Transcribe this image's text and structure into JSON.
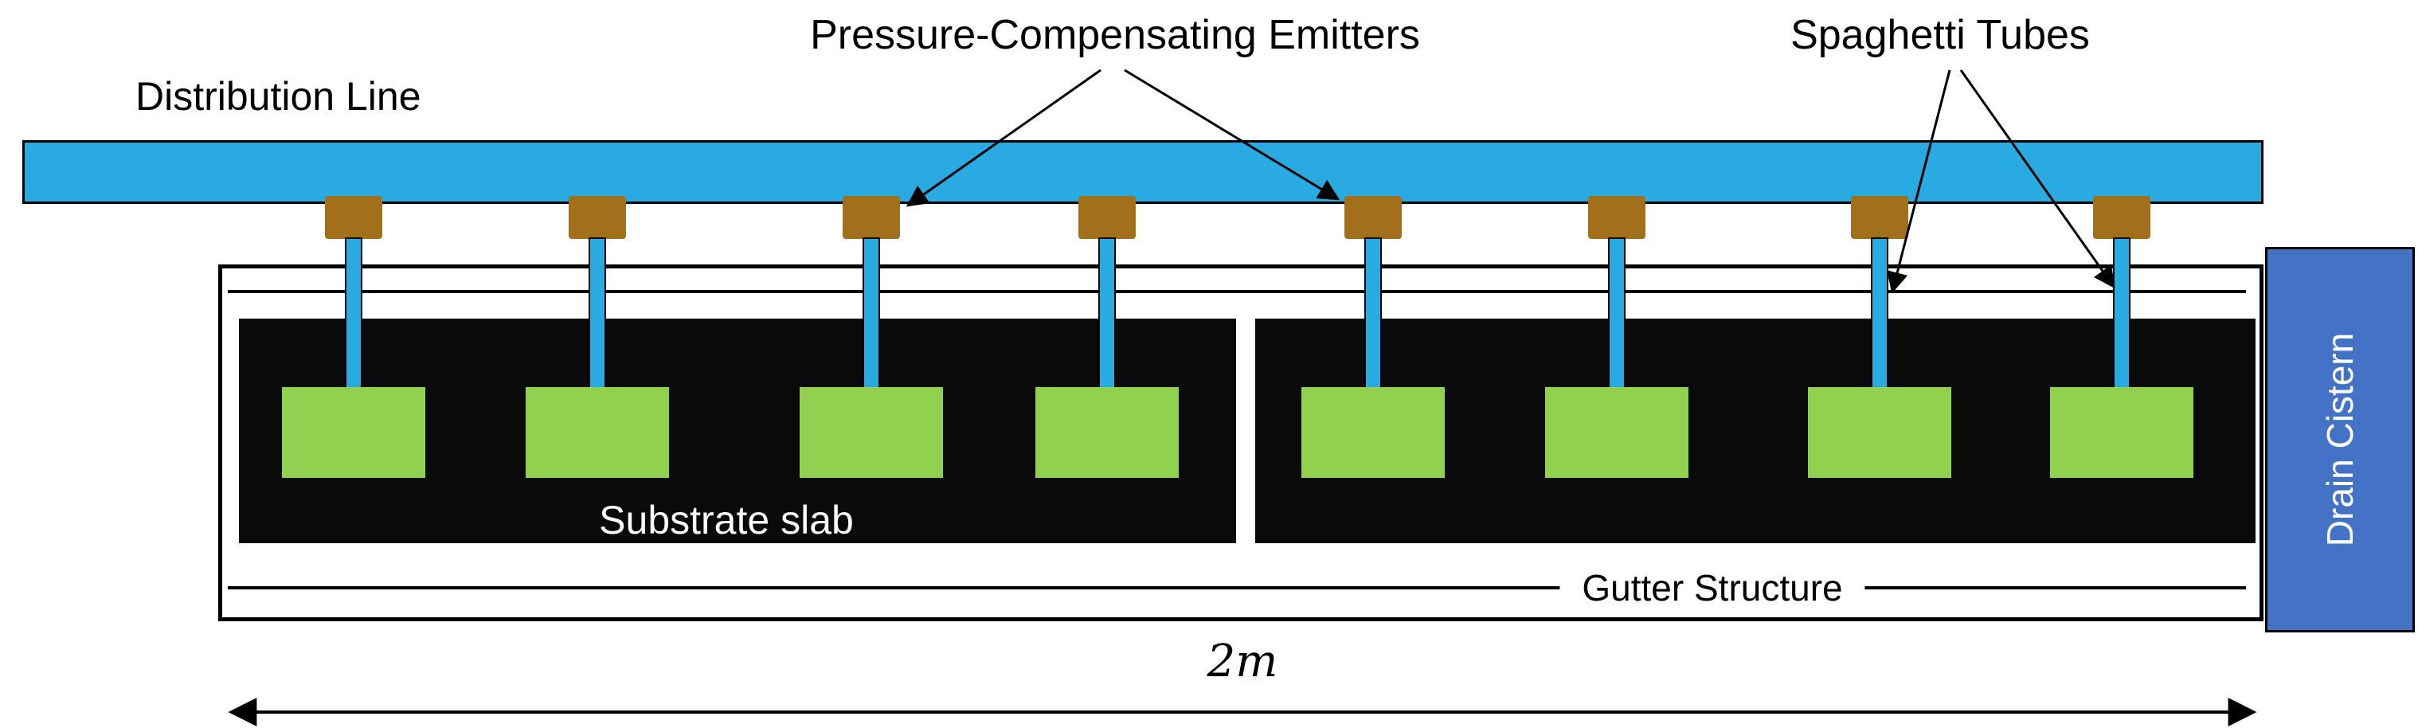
{
  "diagram": {
    "labels": {
      "distribution_line": "Distribution Line",
      "emitters": "Pressure-Compensating Emitters",
      "spaghetti_tubes": "Spaghetti Tubes",
      "substrate_slab": "Substrate slab",
      "gutter_structure": "Gutter Structure",
      "drain_cistern": "Drain Cistern",
      "dimension": "2m"
    },
    "colors": {
      "distribution_line": "#29ABE2",
      "emitter": "#A0701A",
      "tube": "#29ABE2",
      "substrate": "#0A0A0A",
      "plant_block": "#92D050",
      "cistern": "#4472C4"
    },
    "counts": {
      "emitters": 8,
      "spaghetti_tubes": 8,
      "plant_blocks": 8,
      "substrate_slabs": 2
    }
  }
}
